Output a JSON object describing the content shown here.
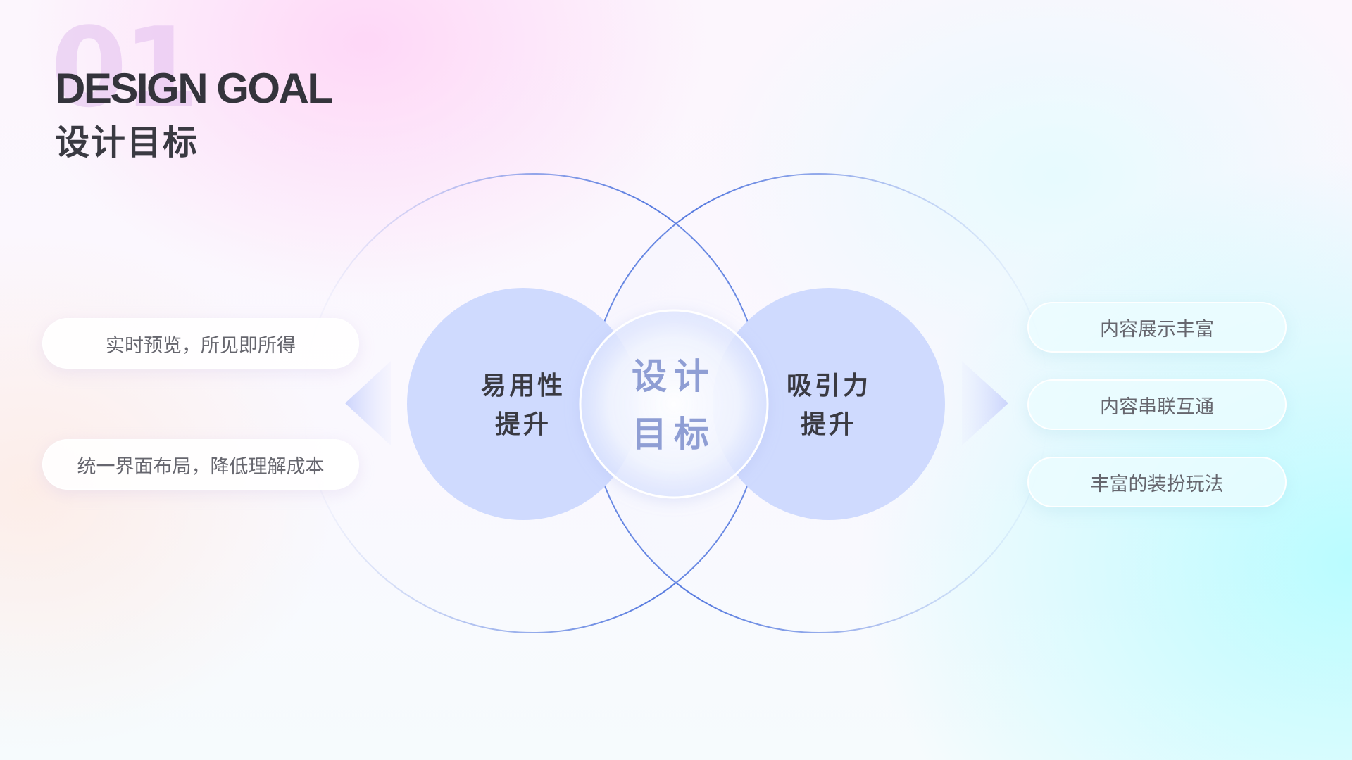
{
  "header": {
    "number": "01",
    "title": "DESIGN GOAL",
    "subtitle": "设计目标"
  },
  "center": {
    "line1": "设计",
    "line2": "目标"
  },
  "left_goal": {
    "line1": "易用性",
    "line2": "提升"
  },
  "right_goal": {
    "line1": "吸引力",
    "line2": "提升"
  },
  "left_points": [
    "实时预览，所见即所得",
    "统一界面布局，降低理解成本"
  ],
  "right_points": [
    "内容展示丰富",
    "内容串联互通",
    "丰富的装扮玩法"
  ],
  "colors": {
    "circle_fill": "#cfdafe",
    "outline": "#5a7de0",
    "text_dark": "#3a3a42",
    "center_text": "#8f9ed4"
  }
}
